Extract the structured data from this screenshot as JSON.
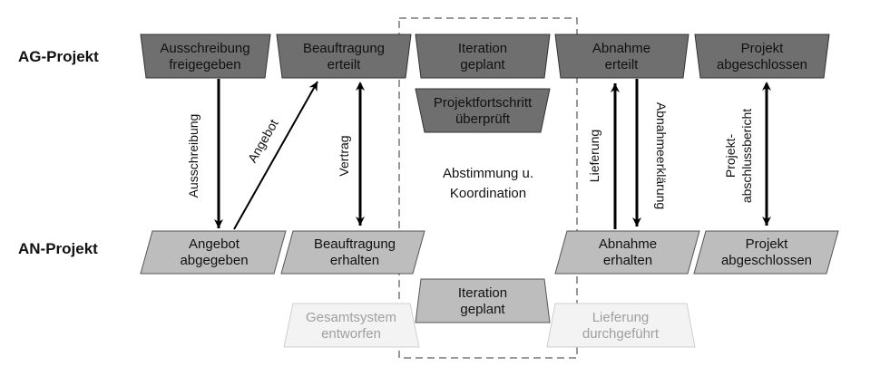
{
  "colors": {
    "dark_fill": "#6f6f6f",
    "medium_fill": "#8a8a8a",
    "light_fill": "#bdbdbd",
    "faint_fill": "#f3f3f3",
    "faint_text": "#a0a0a0"
  },
  "rows": {
    "ag": "AG-Projekt",
    "an": "AN-Projekt"
  },
  "ag_row": [
    {
      "line1": "Ausschreibung",
      "line2": "freigegeben"
    },
    {
      "line1": "Beauftragung",
      "line2": "erteilt"
    },
    {
      "line1": "Iteration",
      "line2": "geplant"
    },
    {
      "line1": "Abnahme",
      "line2": "erteilt"
    },
    {
      "line1": "Projekt",
      "line2": "abgeschlossen"
    }
  ],
  "an_row": [
    {
      "line1": "Angebot",
      "line2": "abgegeben"
    },
    {
      "line1": "Beauftragung",
      "line2": "erhalten"
    },
    {
      "line1": "Abnahme",
      "line2": "erhalten"
    },
    {
      "line1": "Projekt",
      "line2": "abgeschlossen"
    }
  ],
  "middle": {
    "progress": {
      "line1": "Projektfortschritt",
      "line2": "überprüft"
    },
    "coordination": {
      "line1": "Abstimmung u.",
      "line2": "Koordination"
    },
    "iteration_an": {
      "line1": "Iteration",
      "line2": "geplant"
    }
  },
  "faint": [
    {
      "line1": "Gesamtsystem",
      "line2": "entworfen"
    },
    {
      "line1": "Lieferung",
      "line2": "durchgeführt"
    }
  ],
  "arrows": {
    "ausschreibung": "Ausschreibung",
    "angebot": "Angebot",
    "vertrag": "Vertrag",
    "lieferung": "Lieferung",
    "abnahmeerklaerung": "Abnahmeerklärung",
    "abschluss_line1": "Projekt-",
    "abschluss_line2": "abschlussbericht"
  }
}
